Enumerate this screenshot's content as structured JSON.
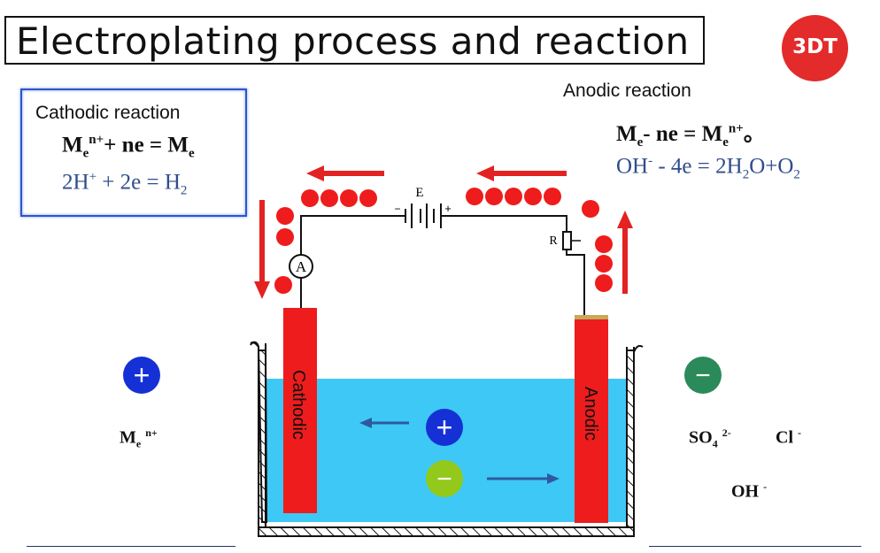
{
  "title": "Electroplating process and reaction",
  "logo": "3DT",
  "cathodic": {
    "heading": "Cathodic reaction",
    "eq1_main": "M",
    "eq1_sub": "e",
    "eq1_sup": "n+",
    "eq1_mid": "+ ne = M",
    "eq1_sub2": "e",
    "eq2_a": "2H",
    "eq2_sup": "+",
    "eq2_b": " + 2e = H",
    "eq2_sub": "2"
  },
  "anodic": {
    "heading": "Anodic reaction",
    "eq1_main": "M",
    "eq1_sub": "e",
    "eq1_mid": "- ne = M",
    "eq1_sub2": "e",
    "eq1_sup": "n+",
    "eq1_end": "。",
    "eq2_a": "OH",
    "eq2_sup": "-",
    "eq2_b": " - 4e = 2H",
    "eq2_sub": "2",
    "eq2_c": "O+O",
    "eq2_sub2": "2"
  },
  "circuit": {
    "battery_label": "E",
    "battery_minus": "−",
    "battery_plus": "+",
    "ammeter_label": "A",
    "resistor_label": "R"
  },
  "electrodes": {
    "cathode_label": "Cathodic",
    "anode_label": "Anodic"
  },
  "ions_left": {
    "symbol": "+",
    "label_main": "M",
    "label_sub": "e",
    "label_sup": "n+"
  },
  "ions_right": {
    "symbol": "−",
    "so4": "SO",
    "so4_sub": "4",
    "so4_sup": "2-",
    "cl": "Cl",
    "cl_sup": "-",
    "oh": "OH",
    "oh_sup": "-"
  },
  "colors": {
    "electrode": "#ee1c1c",
    "solution": "#3ec8f5",
    "positive_ion": "#1531d6",
    "negative_ion_bath": "#93c91b",
    "negative_ion_side": "#2b8a5a",
    "arrow": "#e32222",
    "ion_arrow": "#2d5a9e"
  }
}
